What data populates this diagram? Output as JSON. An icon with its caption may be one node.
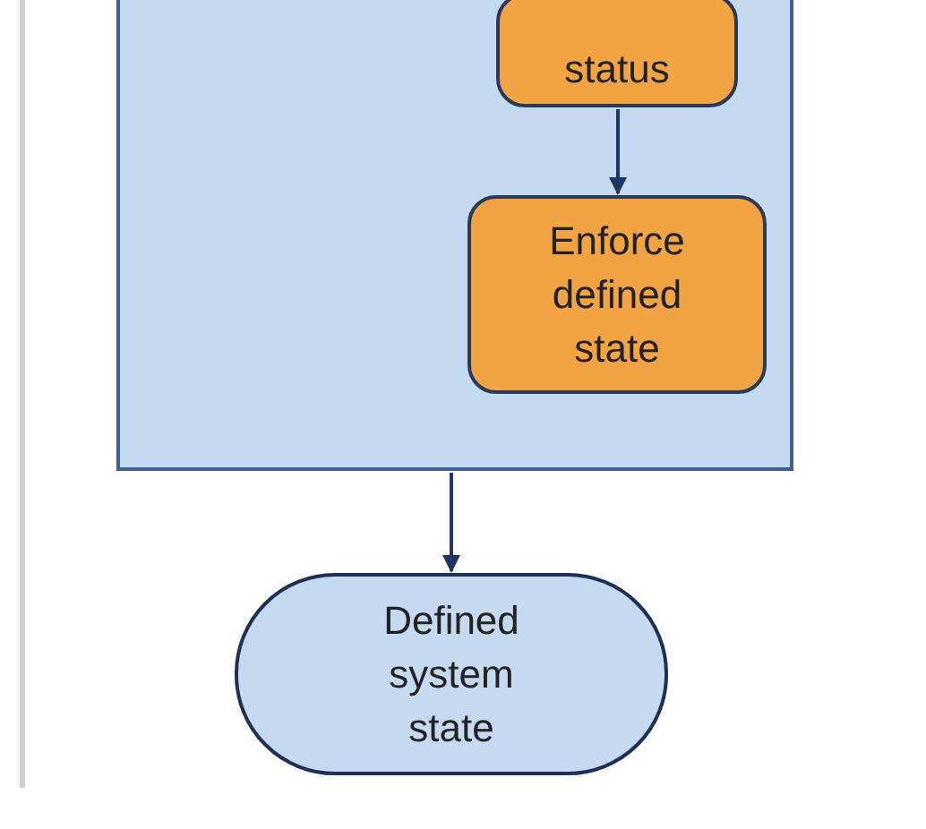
{
  "diagram": {
    "nodes": [
      {
        "text": [],
        "shape": "box"
      },
      {
        "text": [
          "status"
        ],
        "in": 0
      },
      {
        "text": [
          "Enforce defined state"
        ],
        "in": 0
      },
      {
        "text": [
          "Defined system state"
        ]
      }
    ],
    "edges": [
      {
        "from": 1,
        "to": 2,
        "arrow": "to"
      },
      {
        "from": 0,
        "to": 3,
        "arrow": "to"
      }
    ]
  }
}
